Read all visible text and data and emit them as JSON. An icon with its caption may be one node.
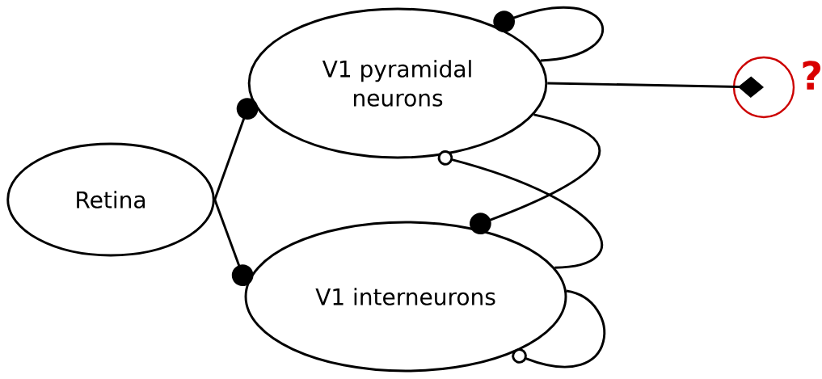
{
  "diagram": {
    "nodes": [
      {
        "text": [
          "Retina"
        ]
      },
      {
        "text": [
          "V1 pyramidal neurons"
        ]
      },
      {
        "text": [
          "V1 interneurons"
        ]
      },
      {
        "text": [],
        "shape": "circle",
        "beside": [
          "?"
        ]
      }
    ],
    "edges": [
      {
        "from": 0,
        "to": 1,
        "arrow": "other"
      },
      {
        "from": 0,
        "to": 2,
        "arrow": "other"
      },
      {
        "from": 1,
        "to": 1,
        "arrow": "other"
      },
      {
        "from": 1,
        "to": 2,
        "arrow": "other"
      },
      {
        "from": 2,
        "to": 1,
        "arrow": "other"
      },
      {
        "from": 2,
        "to": 2,
        "arrow": "other"
      },
      {
        "from": 1,
        "to": 3,
        "arrow": "other"
      }
    ]
  }
}
